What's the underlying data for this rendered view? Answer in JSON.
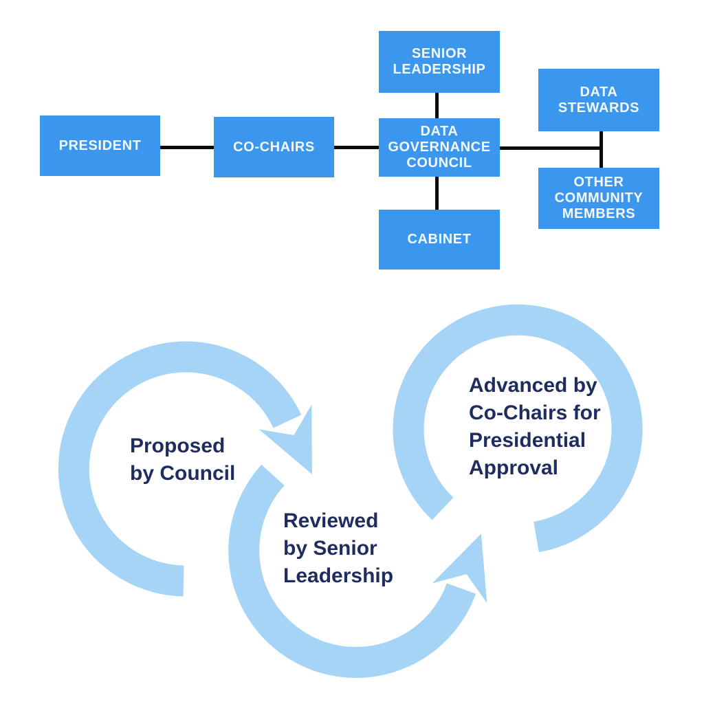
{
  "diagram": {
    "org_chart": {
      "nodes": {
        "president": "PRESIDENT",
        "co_chairs": "CO-CHAIRS",
        "senior_leadership": "SENIOR\nLEADERSHIP",
        "data_governance_council": "DATA\nGOVERNANCE\nCOUNCIL",
        "cabinet": "CABINET",
        "data_stewards": "DATA\nSTEWARDS",
        "other_community_members": "OTHER\nCOMMUNITY\nMEMBERS"
      },
      "edges": [
        "PRESIDENT - CO-CHAIRS",
        "CO-CHAIRS - DATA GOVERNANCE COUNCIL",
        "SENIOR LEADERSHIP - DATA GOVERNANCE COUNCIL",
        "DATA GOVERNANCE COUNCIL - CABINET",
        "DATA GOVERNANCE COUNCIL - DATA STEWARDS / OTHER COMMUNITY MEMBERS",
        "DATA STEWARDS - OTHER COMMUNITY MEMBERS"
      ]
    },
    "process_flow": {
      "steps": [
        {
          "label": "Proposed\nby Council"
        },
        {
          "label": "Reviewed\nby Senior\nLeadership"
        },
        {
          "label": "Advanced by\nCo-Chairs for\nPresidential\nApproval"
        }
      ]
    },
    "colors": {
      "box_blue": "#3B96EE",
      "box_text": "#F4FAFF",
      "connector_black": "#0B0B0B",
      "ring_blue": "#A5D4F7",
      "flow_text_navy": "#1E2C5E",
      "background": "#FFFFFF"
    }
  }
}
